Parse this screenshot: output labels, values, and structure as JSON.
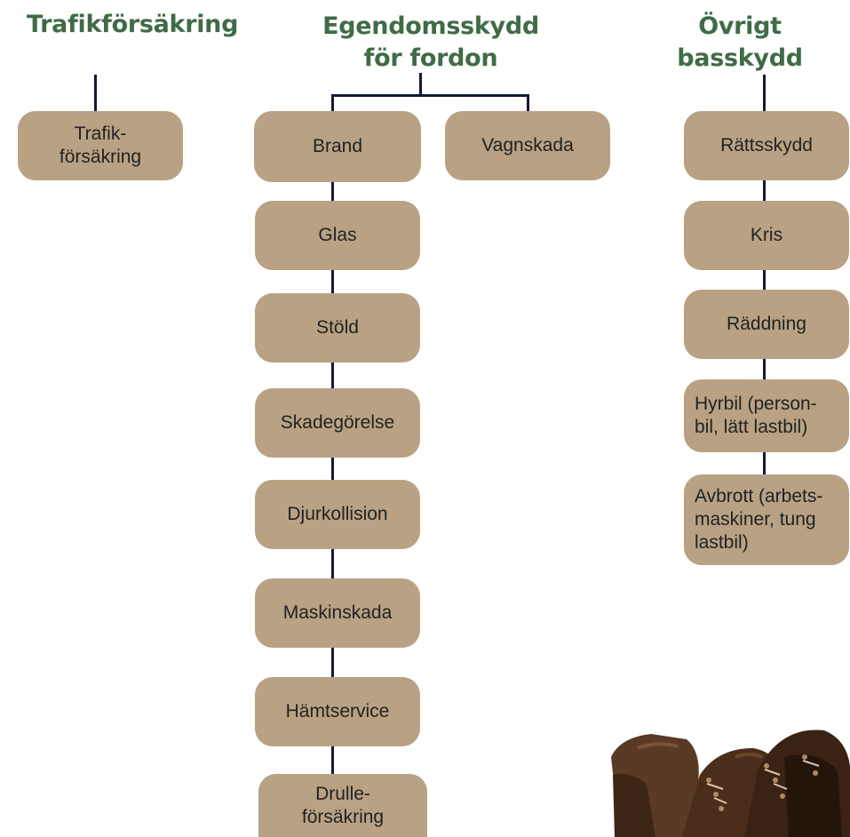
{
  "columns": {
    "traffic": {
      "heading": "Trafikförsäkring",
      "items": [
        "Trafik-\nförsäkring"
      ]
    },
    "property": {
      "heading": "Egendomsskydd\nför fordon",
      "items": [
        "Brand",
        "Glas",
        "Stöld",
        "Skadegörelse",
        "Djurkollision",
        "Maskinskada",
        "Hämtservice",
        "Drulle-\nförsäkring"
      ],
      "side_item": "Vagnskada"
    },
    "other": {
      "heading": "Övrigt basskydd",
      "items": [
        "Rättsskydd",
        "Kris",
        "Räddning",
        "Hyrbil (person-\nbil, lätt lastbil)",
        "Avbrott (arbets-\nmaskiner, tung\nlastbil)"
      ]
    }
  },
  "colors": {
    "heading": "#3f6b47",
    "box": "#b8a283",
    "connector": "#14183a",
    "text": "#222222"
  },
  "decoration": {
    "image": "boots-photo"
  }
}
